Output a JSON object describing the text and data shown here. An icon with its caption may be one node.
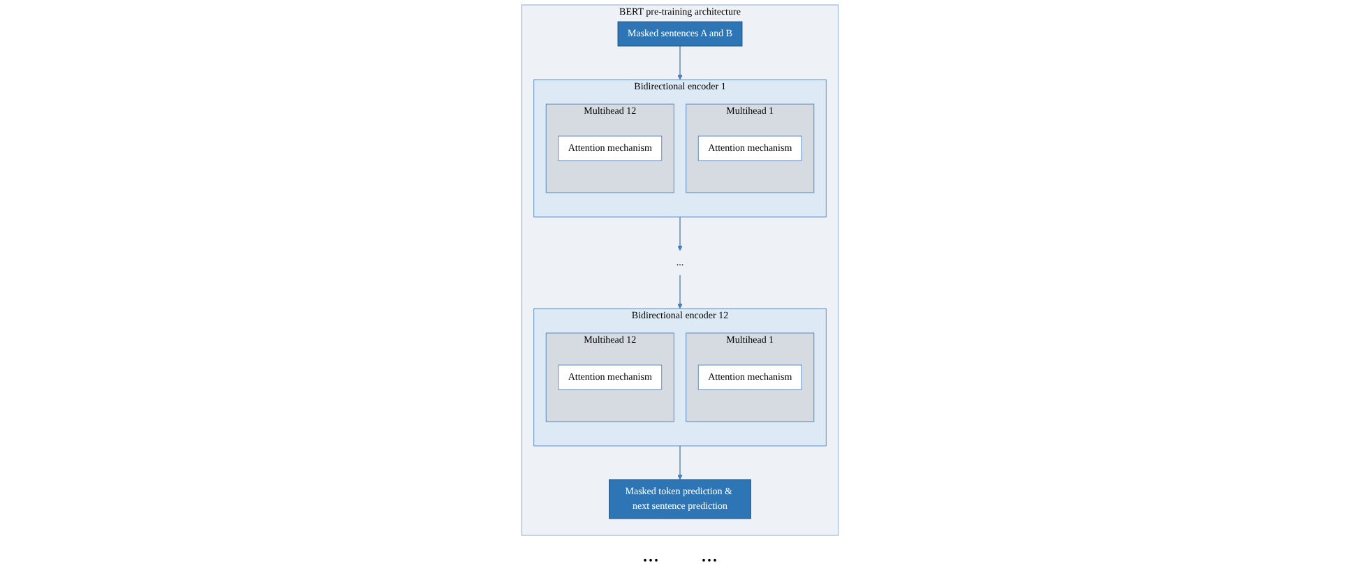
{
  "diagram": {
    "nodes": [
      {
        "text": [
          "BERT pre-training architecture"
        ]
      },
      {
        "text": [
          "Masked sentences A and B"
        ],
        "in": 0
      },
      {
        "text": [
          "Bidirectional encoder 1"
        ],
        "in": 0
      },
      {
        "text": [
          "Multihead 1"
        ],
        "in": 2
      },
      {
        "text": [
          "Attention mechanism"
        ],
        "in": 3
      },
      {
        "text": [
          "Multihead 12"
        ],
        "in": 2
      },
      {
        "text": [
          "Attention mechanism"
        ],
        "in": 5
      },
      {
        "text": [
          "..."
        ],
        "in": 0
      },
      {
        "text": [
          "Bidirectional encoder 12"
        ],
        "in": 0
      },
      {
        "text": [
          "Multihead 1"
        ],
        "in": 8
      },
      {
        "text": [
          "Attention mechanism"
        ],
        "in": 9
      },
      {
        "text": [
          "Multihead 12"
        ],
        "in": 8
      },
      {
        "text": [
          "Attention mechanism"
        ],
        "in": 11
      },
      {
        "text": [
          "Masked token prediction & next sentence prediction"
        ],
        "in": 0
      }
    ],
    "edges": [
      {
        "from": 1,
        "to": 2,
        "arrow": "to"
      },
      {
        "from": 2,
        "to": 7,
        "arrow": "to"
      },
      {
        "from": 7,
        "to": 8,
        "arrow": "to"
      },
      {
        "from": 8,
        "to": 13,
        "arrow": "to"
      }
    ],
    "labels": [
      "...",
      "..."
    ]
  }
}
